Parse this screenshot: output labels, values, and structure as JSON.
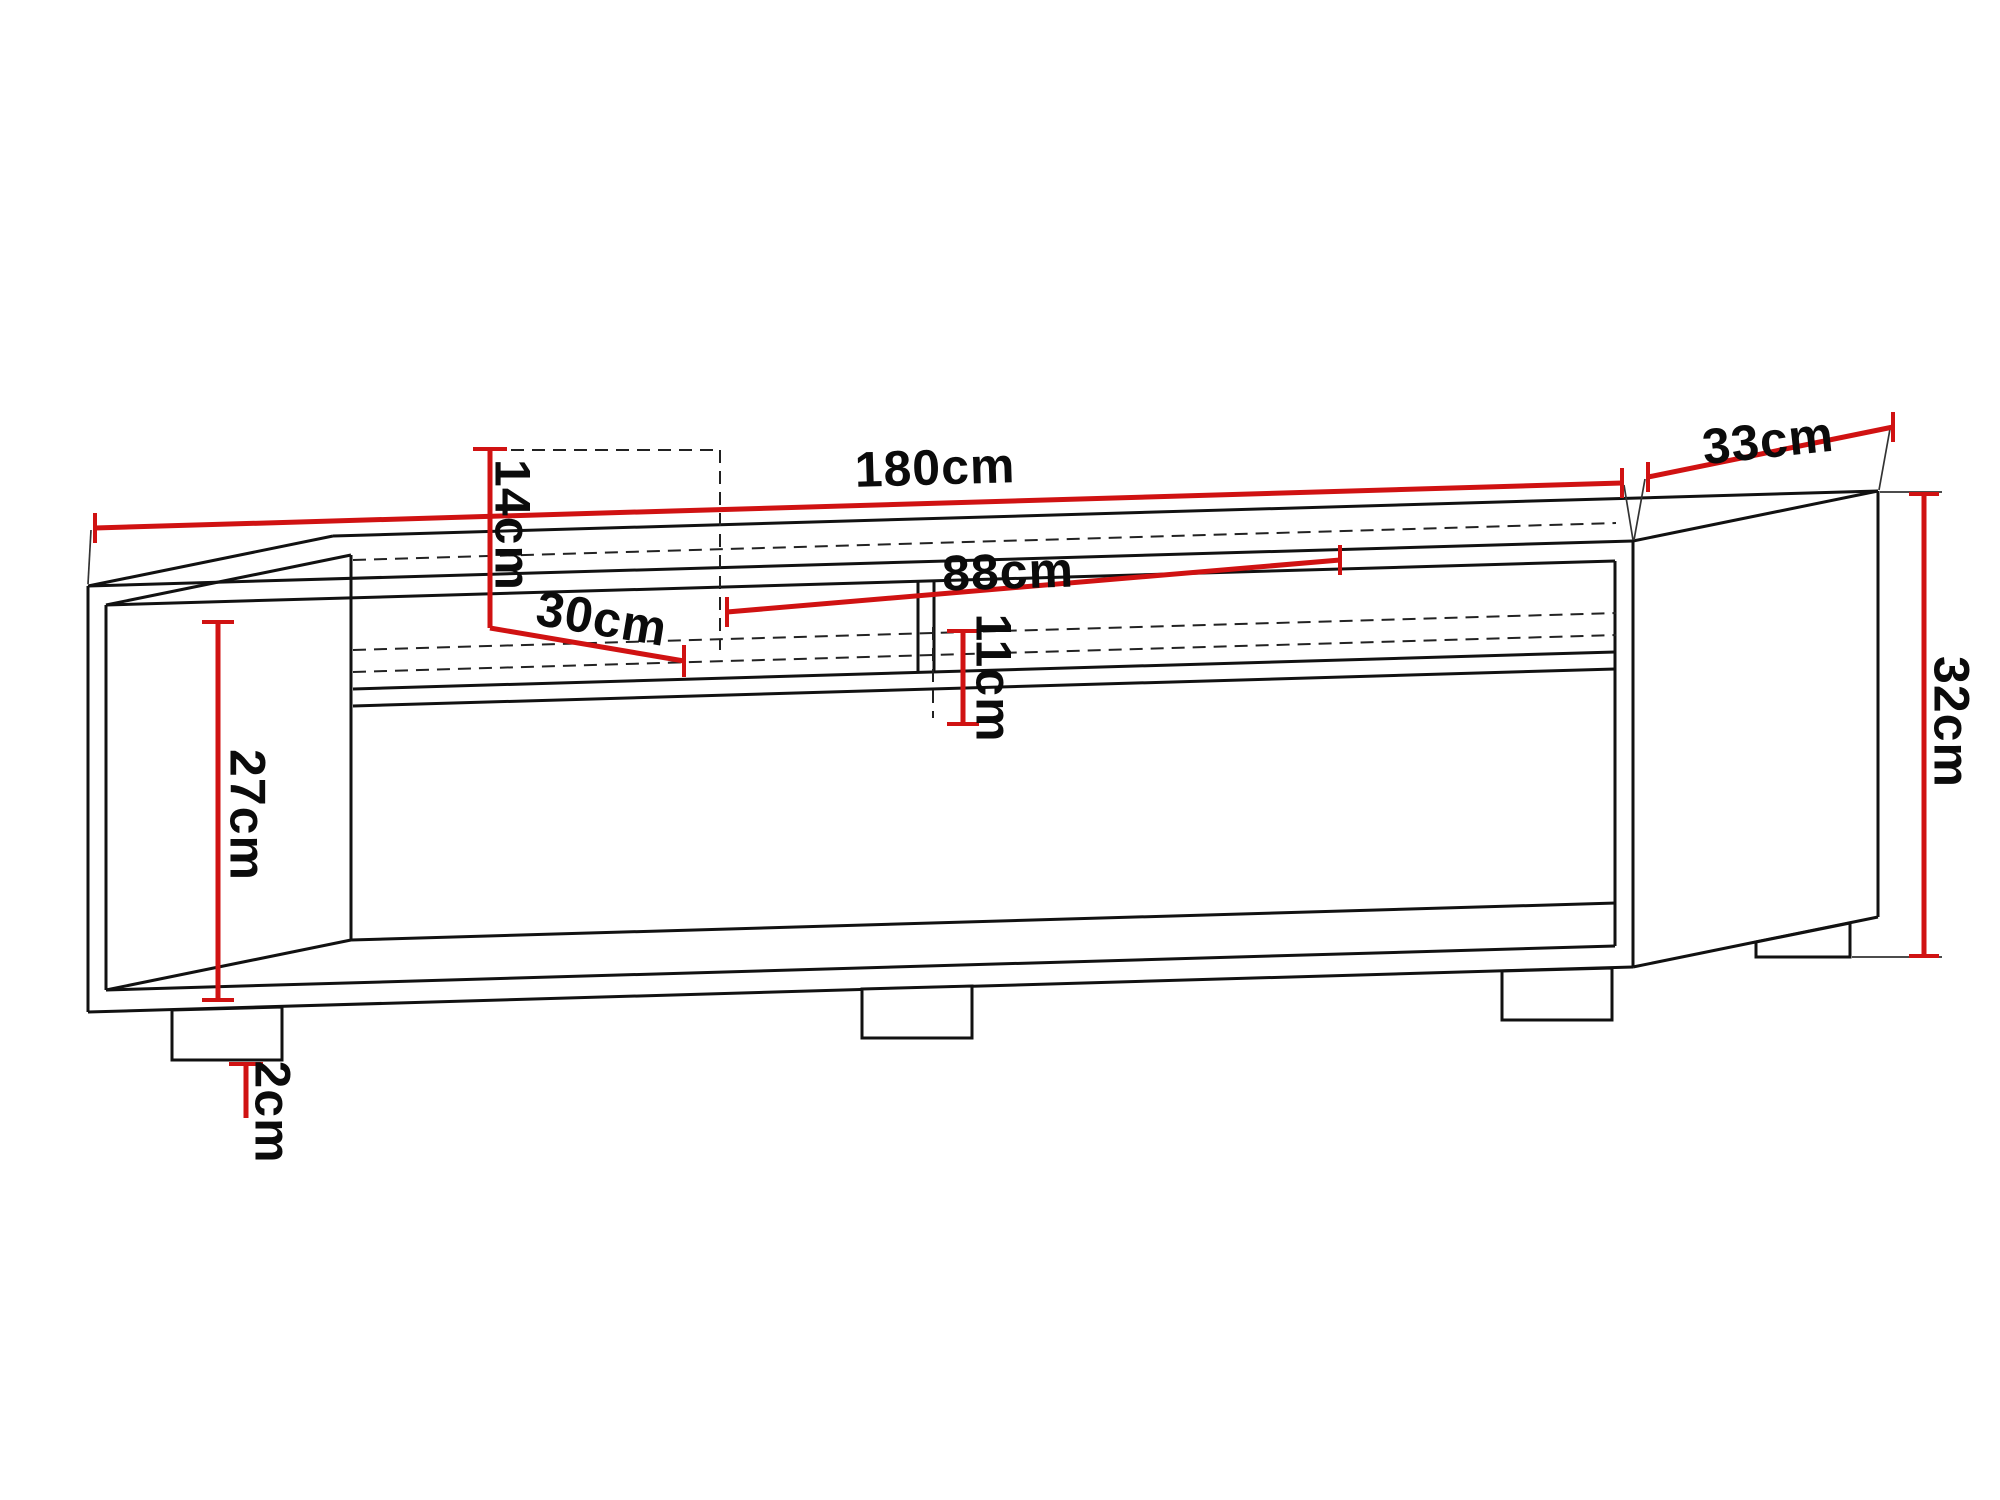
{
  "diagram": {
    "type": "furniture-dimension-drawing",
    "subject": "TV stand cabinet with open niches and feet",
    "colors": {
      "dimension_line": "#d01212",
      "outline": "#111111",
      "background": "#ffffff"
    },
    "dimensions": {
      "width": {
        "label": "180cm"
      },
      "depth": {
        "label": "33cm"
      },
      "height": {
        "label": "32cm"
      },
      "niche_height": {
        "label": "14cm"
      },
      "interior_height": {
        "label": "27cm"
      },
      "interior_depth": {
        "label": "30cm"
      },
      "shelf_width": {
        "label": "88cm"
      },
      "lower_niche_height": {
        "label": "11cm"
      },
      "foot_height": {
        "label": "2cm"
      }
    }
  }
}
